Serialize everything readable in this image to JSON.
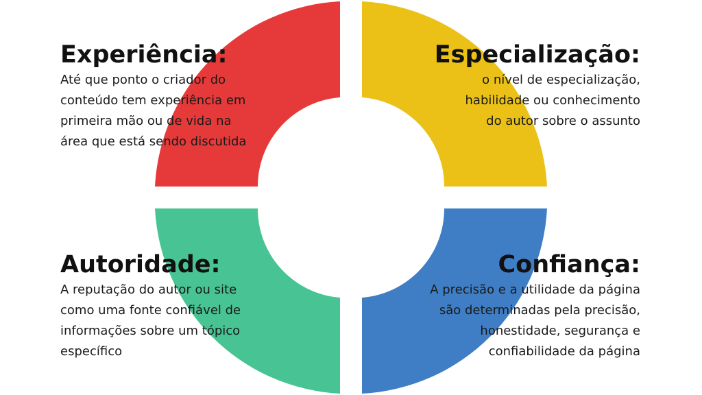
{
  "colors": {
    "experiencia": "#e63a3a",
    "especializacao": "#ebc117",
    "autoridade": "#48c394",
    "confianca": "#3f7ec5"
  },
  "experiencia": {
    "title": "Experiência:",
    "lines": [
      "Até que ponto o criador do",
      "conteúdo tem experiência em",
      "primeira mão ou de vida na",
      "área que está sendo discutida"
    ]
  },
  "especializacao": {
    "title": "Especialização:",
    "lines": [
      "o nível de especialização,",
      "habilidade ou conhecimento",
      "do autor sobre o assunto"
    ]
  },
  "autoridade": {
    "title": "Autoridade:",
    "lines": [
      "A reputação do autor ou site",
      "como uma fonte confiável de",
      "informações sobre um tópico",
      "específico"
    ]
  },
  "confianca": {
    "title": "Confiança:",
    "lines": [
      "A precisão e a utilidade da página",
      "são determinadas pela precisão,",
      "honestidade, segurança e",
      "confiabilidade da página"
    ]
  }
}
